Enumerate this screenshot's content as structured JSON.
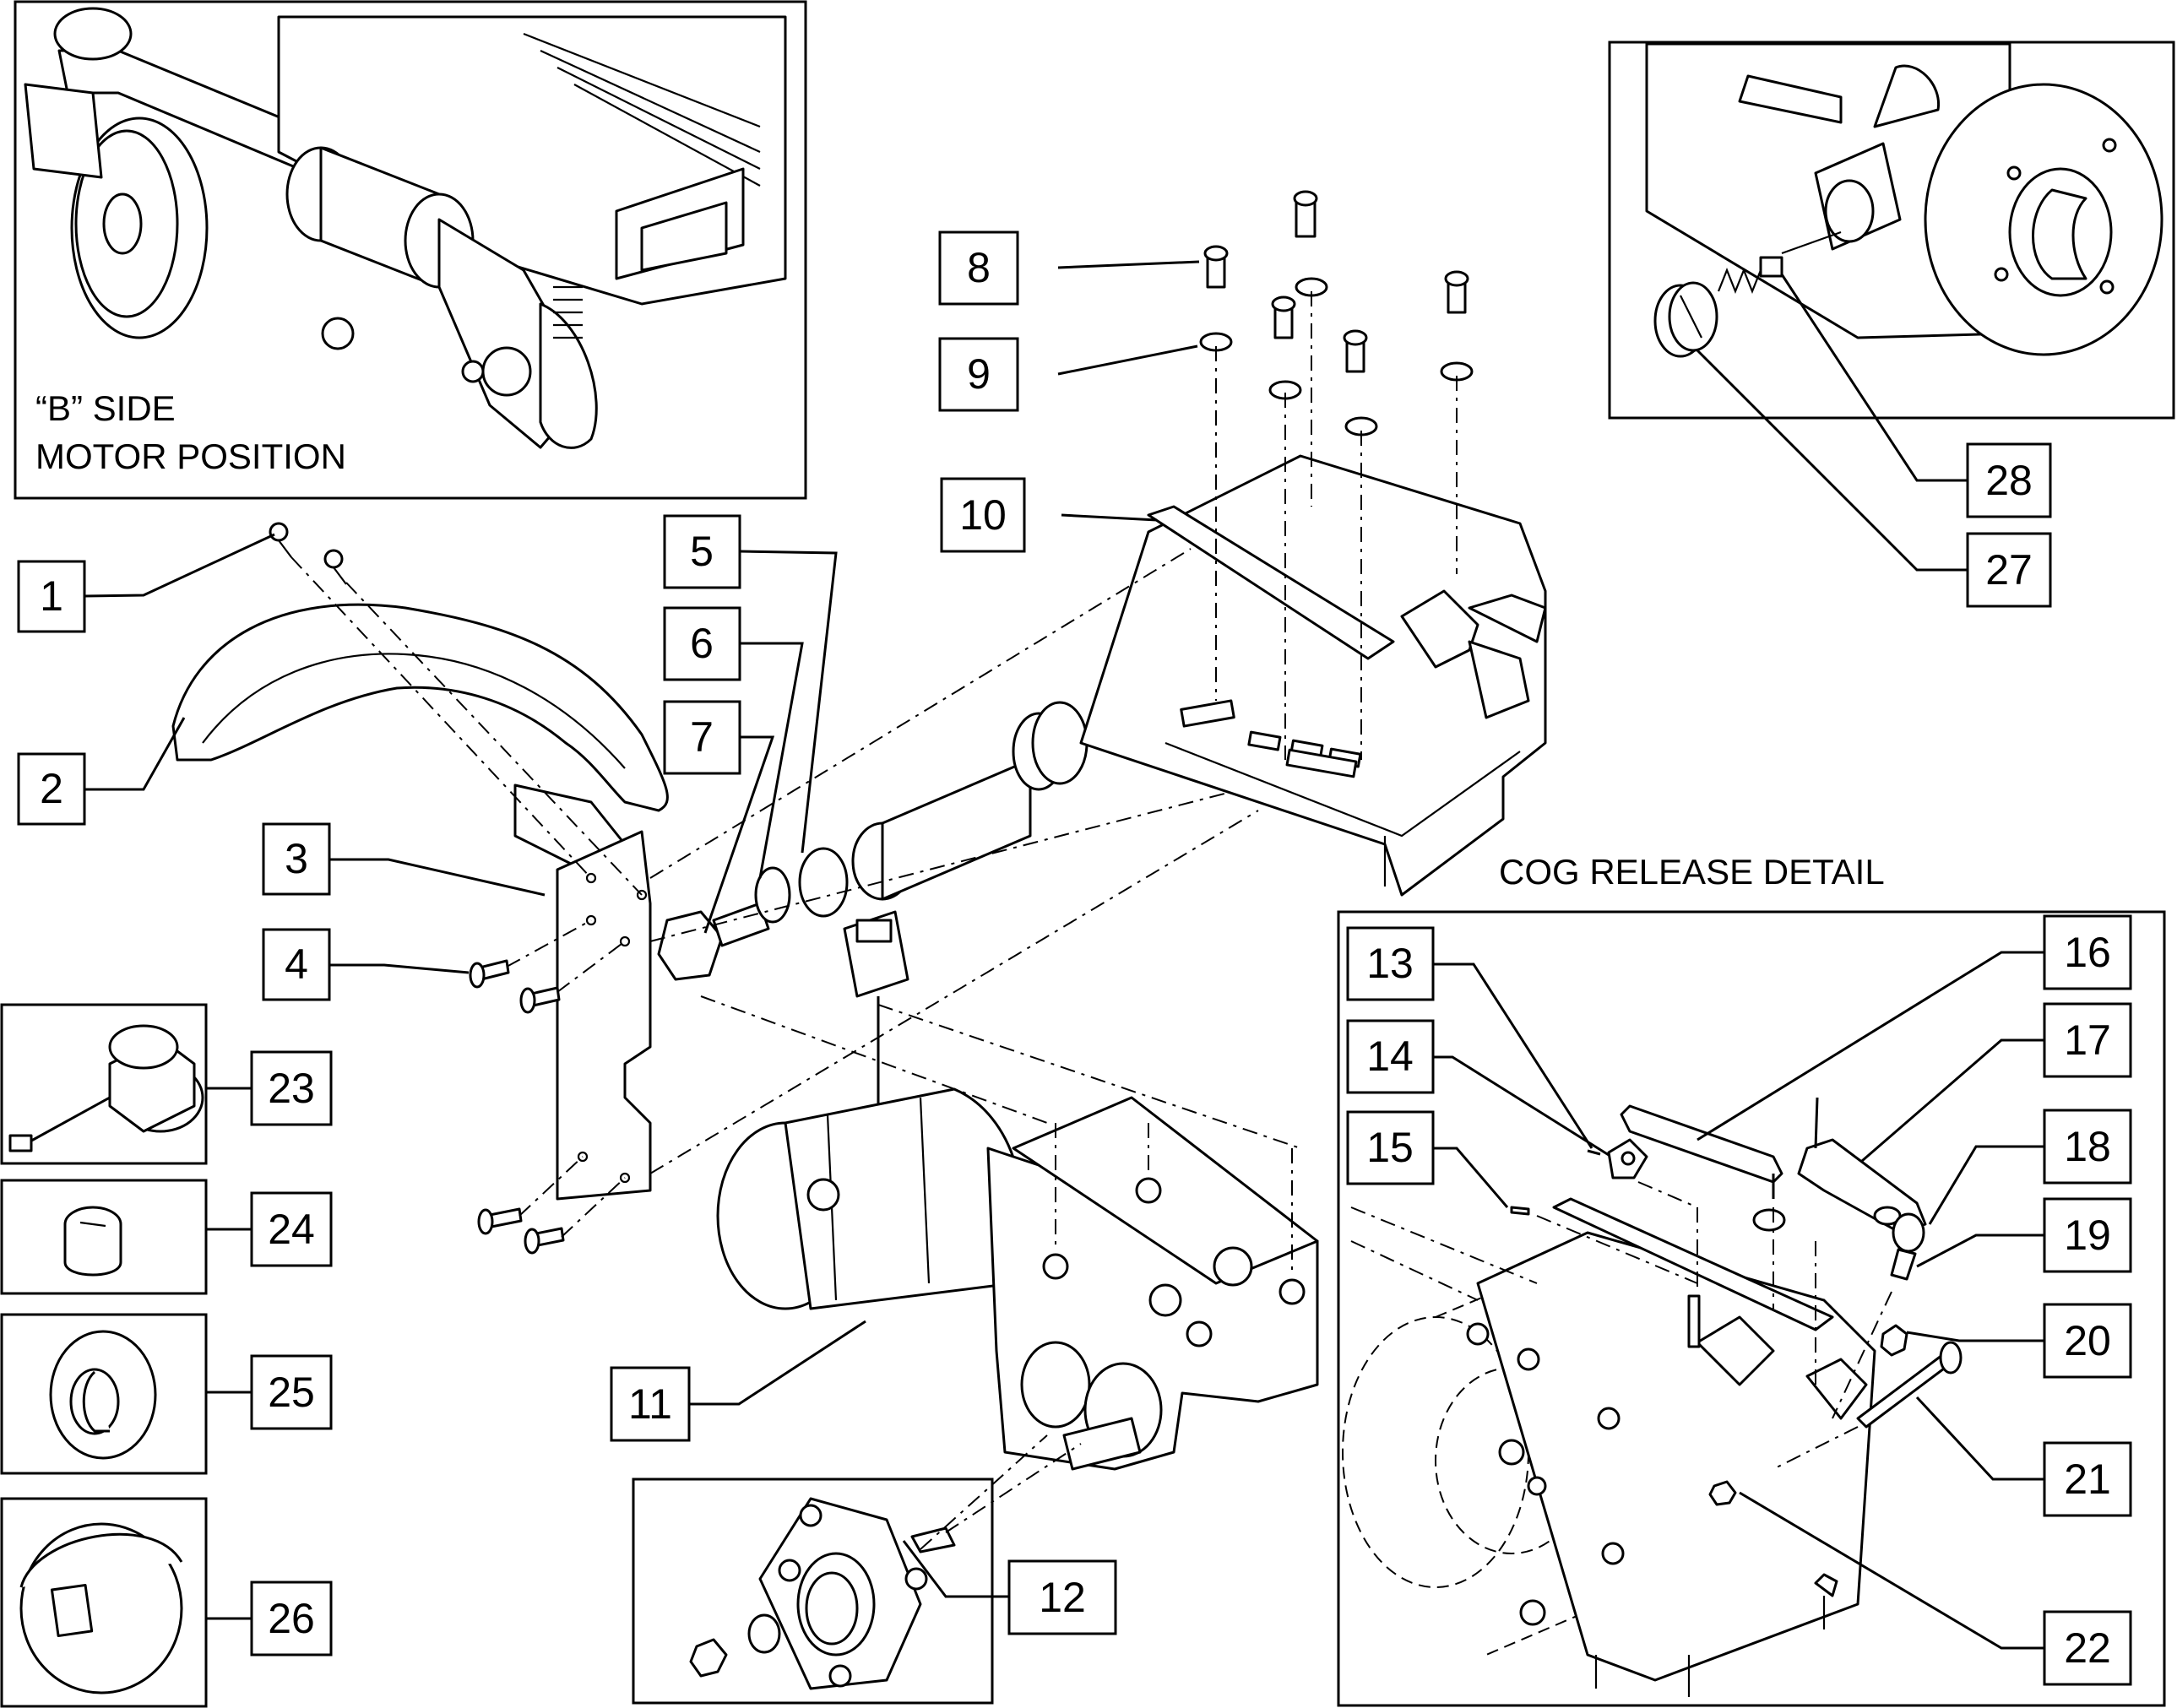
{
  "inset_b_side": {
    "line1": "“B” SIDE",
    "line2": "MOTOR POSITION"
  },
  "cog_release": {
    "title": "COG RELEASE DETAIL"
  },
  "callouts": {
    "c1": "1",
    "c2": "2",
    "c3": "3",
    "c4": "4",
    "c5": "5",
    "c6": "6",
    "c7": "7",
    "c8": "8",
    "c9": "9",
    "c10": "10",
    "c11": "11",
    "c12": "12",
    "c13": "13",
    "c14": "14",
    "c15": "15",
    "c16": "16",
    "c17": "17",
    "c18": "18",
    "c19": "19",
    "c20": "20",
    "c21": "21",
    "c22": "22",
    "c23": "23",
    "c24": "24",
    "c25": "25",
    "c26": "26",
    "c27": "27",
    "c28": "28"
  }
}
